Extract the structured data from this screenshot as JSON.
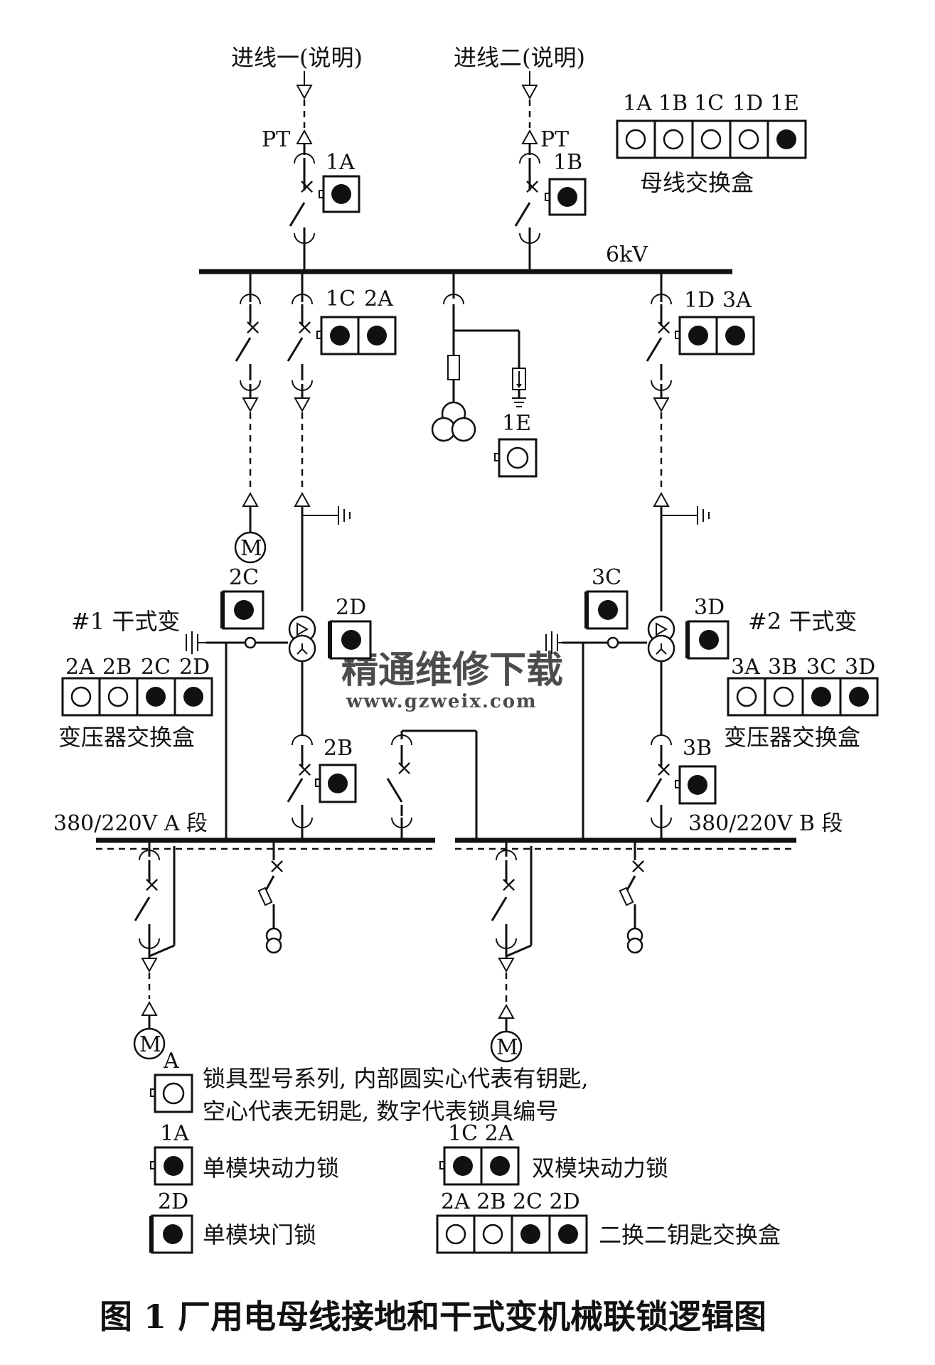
{
  "incoming": {
    "line1": "进线一(说明)",
    "line2": "进线二(说明)",
    "pt": "PT"
  },
  "bus_hv": {
    "voltage": "6kV"
  },
  "bus_lv": {
    "a": "380/220V  A 段",
    "b": "380/220V  B 段"
  },
  "transformers": {
    "t1": "#1 干式变",
    "t2": "#2 干式变"
  },
  "motor_symbol": "M",
  "locks": {
    "1A": "1A",
    "1B": "1B",
    "1C": "1C",
    "1D": "1D",
    "1E": "1E",
    "2A": "2A",
    "2B": "2B",
    "2C": "2C",
    "2D": "2D",
    "3A": "3A",
    "3B": "3B",
    "3C": "3C",
    "3D": "3D"
  },
  "exchange_boxes": {
    "bus_box": {
      "label": "母线交换盒",
      "keys": [
        "1A",
        "1B",
        "1C",
        "1D",
        "1E"
      ],
      "filled": [
        false,
        false,
        false,
        false,
        true
      ]
    },
    "trans1_box": {
      "label": "变压器交换盒",
      "keys": [
        "2A",
        "2B",
        "2C",
        "2D"
      ],
      "filled": [
        false,
        false,
        true,
        true
      ]
    },
    "trans2_box": {
      "label": "变压器交换盒",
      "keys": [
        "3A",
        "3B",
        "3C",
        "3D"
      ],
      "filled": [
        false,
        false,
        true,
        true
      ]
    }
  },
  "legend": {
    "type_label": "A",
    "type_text_1": "锁具型号系列, 内部圆实心代表有钥匙,",
    "type_text_2": "空心代表无钥匙, 数字代表锁具编号",
    "single_power_label": "1A",
    "single_power_text": "单模块动力锁",
    "double_power_labels": "1C  2A",
    "double_power_text": "双模块动力锁",
    "door_label": "2D",
    "door_text": "单模块门锁",
    "exchange_labels": "2A  2B  2C  2D",
    "exchange_text": "二换二钥匙交换盒"
  },
  "watermark": {
    "line1": "精通维修下载",
    "line2": "www.gzweix.com"
  },
  "caption": "图 1    厂用电母线接地和干式变机械联锁逻辑图"
}
